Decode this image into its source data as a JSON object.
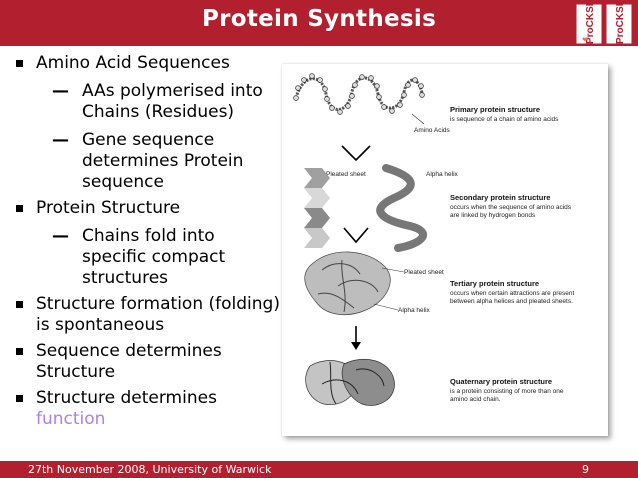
{
  "title": "Protein Synthesis",
  "logo": {
    "text_back": "ProCKSI",
    "text_front": "ProCKSI"
  },
  "bullets": [
    {
      "level": 1,
      "text": "Amino Acid Sequences"
    },
    {
      "level": 2,
      "text_lines": [
        "AAs polymerised into",
        "Chains (Residues)"
      ]
    },
    {
      "level": 2,
      "text_lines": [
        "Gene sequence",
        "determines Protein",
        "sequence"
      ]
    },
    {
      "level": 1,
      "text": "Protein Structure"
    },
    {
      "level": 2,
      "text_lines": [
        "Chains fold into",
        "specific compact",
        "structures"
      ]
    },
    {
      "level": 1,
      "text_lines": [
        "Structure formation (folding)",
        "is spontaneous"
      ]
    },
    {
      "level": 1,
      "text_lines": [
        "Sequence determines",
        "Structure"
      ]
    },
    {
      "level": 1,
      "text_lines": [
        "Structure determines",
        "function"
      ]
    }
  ],
  "figure": {
    "amino_acids_label": "Amino Acids",
    "primary_title": "Primary protein structure",
    "primary_desc": "is sequence of a chain of amino acids",
    "pleated_sheet_label": "Pleated sheet",
    "alpha_helix_label": "Alpha helix",
    "secondary_title": "Secondary protein structure",
    "secondary_desc_1": "occurs when the sequence of amino acids",
    "secondary_desc_2": "are linked by hydrogen bonds",
    "tertiary_sheet_label": "Pleated sheet",
    "tertiary_title": "Tertiary protein structure",
    "tertiary_desc_1": "occurs when certain attractions are present",
    "tertiary_desc_2": "between alpha helices and pleated sheets.",
    "tertiary_helix_label": "Alpha helix",
    "quaternary_title": "Quaternary protein structure",
    "quaternary_desc_1": "is a protein consisting of more than one",
    "quaternary_desc_2": "amino acid chain."
  },
  "footer": {
    "text": "27th November 2008, University of Warwick",
    "page": "9"
  },
  "colors": {
    "brand_red": "#b21f2e",
    "highlight_purple": "#b080e0"
  }
}
